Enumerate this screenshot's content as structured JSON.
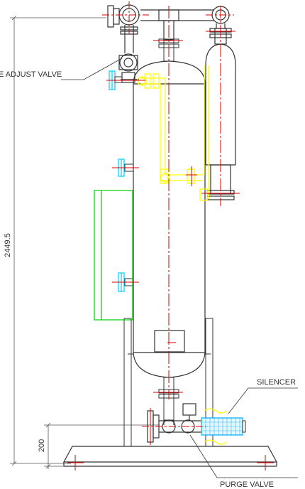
{
  "labels": {
    "adjust_valve": "E ADJUST VALVE",
    "silencer": "SILENCER",
    "purge_valve": "PURGE VALVE"
  },
  "dimensions": {
    "overall_height": "2449.5",
    "base_height": "200"
  },
  "colors": {
    "outline": "#333333",
    "centerline": "#e00000",
    "heater_pipe": "#ffff00",
    "panel": "#00cc00",
    "gauge": "#00ccff",
    "silencer": "#00aaff"
  }
}
